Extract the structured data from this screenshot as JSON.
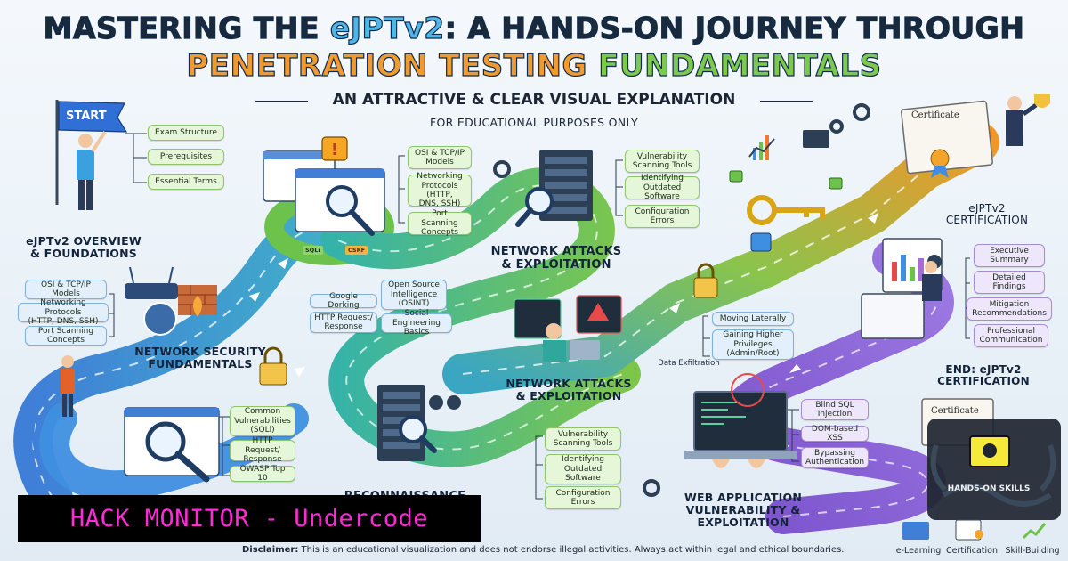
{
  "title": {
    "line1_a": "MASTERING THE ",
    "line1_b": "eJPTv2",
    "line1_c": ": A HANDS-ON JOURNEY THROUGH",
    "line2_a": "PENETRATION TESTING ",
    "line2_b": "FUNDAMENTALS"
  },
  "subtitle": "AN ATTRACTIVE & CLEAR VISUAL EXPLANATION",
  "note": "FOR EDUCATIONAL PURPOSES ONLY",
  "start_flag": "START",
  "sections": {
    "overview": "eJPTv2 OVERVIEW\n& FOUNDATIONS",
    "network_security": "NETWORK SECURITY\nFUNDAMENTALS",
    "network_attacks_top": "NETWORK ATTACKS\n& EXPLOITATION",
    "network_attacks_mid": "NETWORK ATTACKS\n& EXPLOITATION",
    "reconnaissance": "RECONNAISSANCE",
    "cert_top": "eJPTv2\nCERTIFICATION",
    "end_cert": "END: eJPTv2\nCERTIFICATION",
    "web_app": "WEB APPLICATION\nVULNERABILITY &\nEXPLOITATION"
  },
  "pills": {
    "exam_structure": "Exam Structure",
    "prerequisites": "Prerequisites",
    "essential_terms": "Essential Terms",
    "osi_models_left": "OSI & TCP/IP\nModels",
    "net_protocols_left": "Networking Protocols\n(HTTP, DNS, SSH)",
    "port_scanning_left": "Port Scanning\nConcepts",
    "osi_models_top": "OSI & TCP/IP\nModels",
    "net_protocols_top": "Networking\nProtocols (HTTP,\nDNS, SSH)",
    "port_scanning_top": "Port Scanning\nConcepts",
    "vuln_tools_top": "Vulnerability\nScanning Tools",
    "outdated_sw_top": "Identifying\nOutdated Software",
    "config_errors_top": "Configuration\nErrors",
    "google_dorking": "Google Dorking",
    "osint": "Open Source\nIntelligence\n(OSINT)",
    "http_request": "HTTP Request/\nResponse",
    "social_eng": "Social Engineering\nBasics",
    "common_vulns": "Common\nVulnerabilities\n(SQLi)",
    "http_req_resp": "HTTP Request/\nResponse",
    "owasp": "OWASP Top 10",
    "vuln_tools_bottom": "Vulnerability\nScanning Tools",
    "outdated_sw_bottom": "Identifying\nOutdated\nSoftware",
    "config_errors_bottom": "Configuration\nErrors",
    "moving_laterally": "Moving Laterally",
    "higher_privileges": "Gaining Higher\nPrivileges\n(Admin/Root)",
    "data_exfil": "Data Exfiltration",
    "exec_summary": "Executive\nSummary",
    "detailed_findings": "Detailed\nFindings",
    "mitigation": "Mitigation\nRecommendations",
    "prof_comm": "Professional\nCommunication",
    "blind_sqli": "Blind SQL\nInjection",
    "dom_xss": "DOM-based XSS",
    "bypass_auth": "Bypassing\nAuthentication"
  },
  "tags": {
    "sqli": "SQLi",
    "csrf": "CSRF"
  },
  "certificate": {
    "top": "Certificate",
    "bottom": "Certificate"
  },
  "badge_text": "HANDS-ON SKILLS",
  "footer_icons": [
    "e-Learning",
    "Certification",
    "Skill-Building"
  ],
  "banner": "HACK MONITOR - Undercode",
  "disclaimer_label": "Disclaimer:",
  "disclaimer_text": " This is an educational visualization and does not endorse illegal activities. Always act within legal and ethical boundaries.",
  "colors": {
    "path_blue": "#3f8fe0",
    "path_teal": "#36b3a8",
    "path_green": "#6cc24a",
    "path_orange": "#f07a2a",
    "path_purple": "#8c5fd6",
    "banner_text": "#ff2bd6"
  }
}
